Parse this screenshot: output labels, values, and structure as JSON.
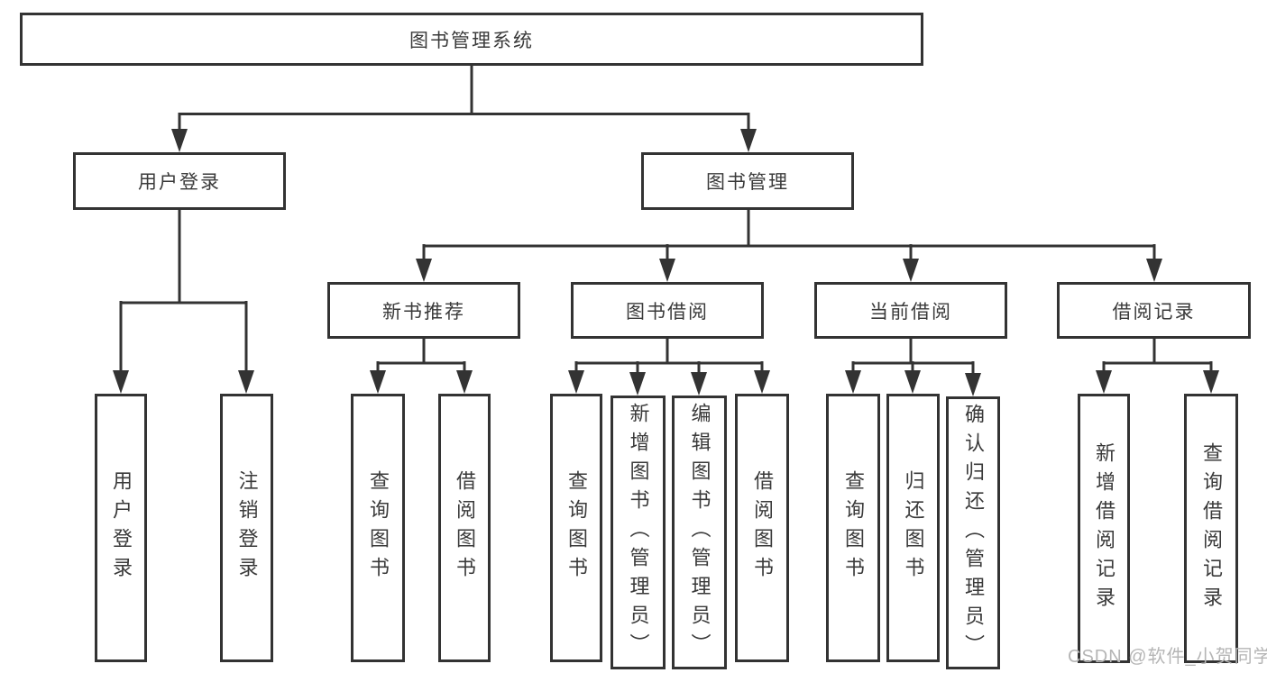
{
  "colors": {
    "line": "#333333",
    "text": "#3a3a3a",
    "background": "#ffffff",
    "watermark": "#b5b5b5"
  },
  "watermark": {
    "text": "CSDN @软件_小贺同学"
  },
  "tree": {
    "label": "图书管理系统",
    "children": [
      {
        "label": "用户登录",
        "children": [
          {
            "label": "用户登录"
          },
          {
            "label": "注销登录"
          }
        ]
      },
      {
        "label": "图书管理",
        "children": [
          {
            "label": "新书推荐",
            "children": [
              {
                "label": "查询图书"
              },
              {
                "label": "借阅图书"
              }
            ]
          },
          {
            "label": "图书借阅",
            "children": [
              {
                "label": "查询图书"
              },
              {
                "label": "新增图书（管理员）"
              },
              {
                "label": "编辑图书（管理员）"
              },
              {
                "label": "借阅图书"
              }
            ]
          },
          {
            "label": "当前借阅",
            "children": [
              {
                "label": "查询图书"
              },
              {
                "label": "归还图书"
              },
              {
                "label": "确认归还（管理员）"
              }
            ]
          },
          {
            "label": "借阅记录",
            "children": [
              {
                "label": "新增借阅记录"
              },
              {
                "label": "查询借阅记录"
              }
            ]
          }
        ]
      }
    ]
  }
}
